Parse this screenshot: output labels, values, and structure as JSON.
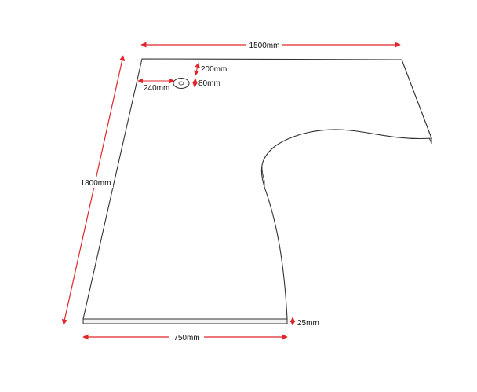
{
  "dimensions": {
    "top_width": "1500mm",
    "depth": "1800mm",
    "hole_offset_top": "200mm",
    "hole_diameter": "80mm",
    "hole_offset_left": "240mm",
    "return_width": "750mm",
    "thickness": "25mm"
  },
  "colors": {
    "dimension_line": "#e0262c",
    "outline": "#333333",
    "surface": "#ffffff",
    "edge": "#f2f2f2"
  }
}
